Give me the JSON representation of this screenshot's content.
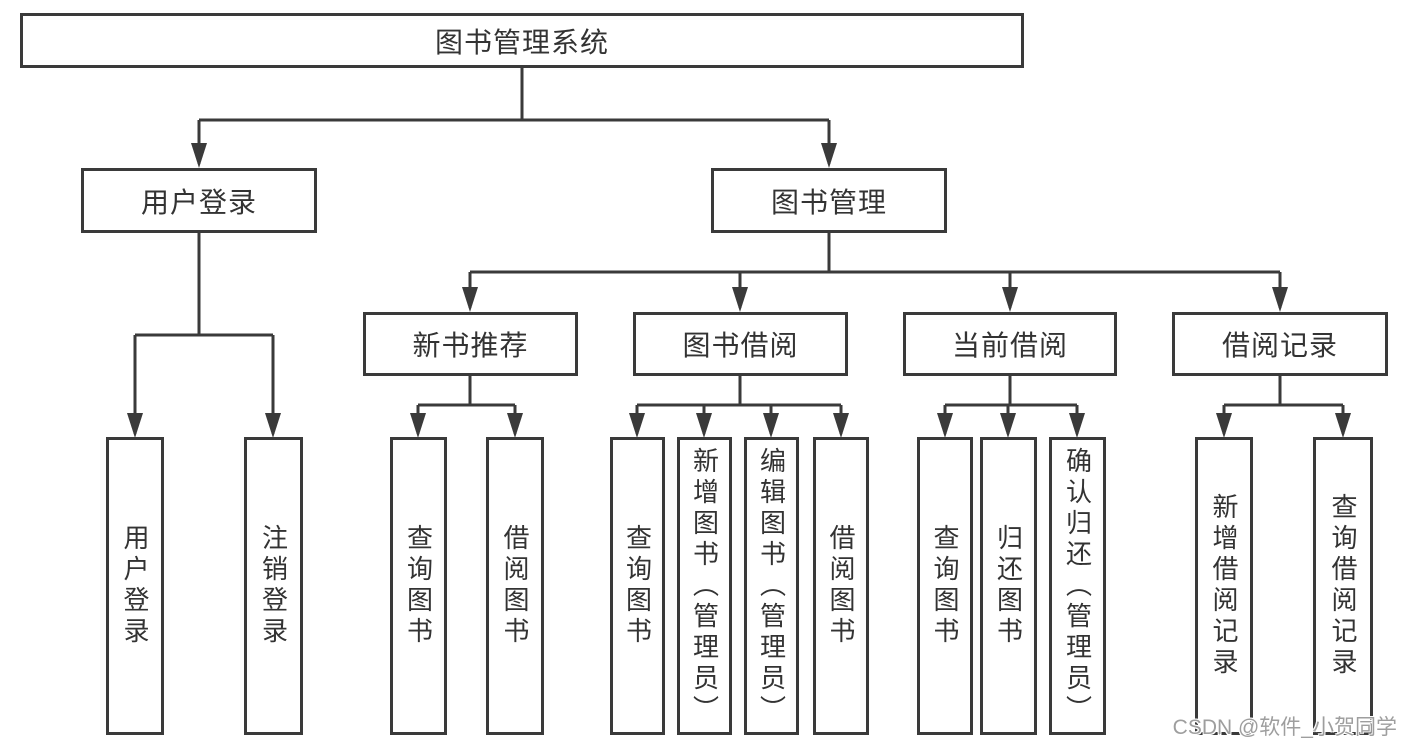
{
  "diagram_title": "图书管理系统",
  "nodes": {
    "root": {
      "label": "图书管理系统"
    },
    "user_login": {
      "label": "用户登录"
    },
    "book_mgmt": {
      "label": "图书管理"
    },
    "new_book_rec": {
      "label": "新书推荐"
    },
    "book_borrow": {
      "label": "图书借阅"
    },
    "current_borrow": {
      "label": "当前借阅"
    },
    "borrow_record": {
      "label": "借阅记录"
    },
    "login_user": {
      "label": "用户登录"
    },
    "login_logout": {
      "label": "注销登录"
    },
    "rec_query": {
      "label": "查询图书"
    },
    "rec_borrow": {
      "label": "借阅图书"
    },
    "bb_query": {
      "label": "查询图书"
    },
    "bb_add": {
      "label": "新增图书（管理员）"
    },
    "bb_edit": {
      "label": "编辑图书（管理员）"
    },
    "bb_borrow": {
      "label": "借阅图书"
    },
    "cb_query": {
      "label": "查询图书"
    },
    "cb_return": {
      "label": "归还图书"
    },
    "cb_confirm": {
      "label": "确认归还（管理员）"
    },
    "br_add": {
      "label": "新增借阅记录"
    },
    "br_query": {
      "label": "查询借阅记录"
    }
  },
  "watermark": {
    "text": "CSDN @软件_小贺同学"
  },
  "colors": {
    "line": "#3a3a3a",
    "text": "#333333",
    "watermark": "#9e9e9e",
    "background": "#ffffff"
  }
}
